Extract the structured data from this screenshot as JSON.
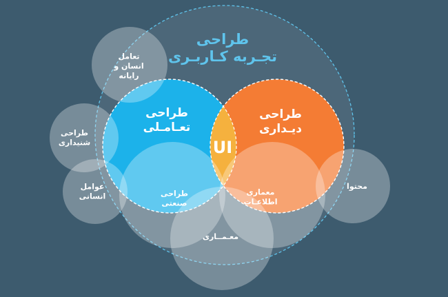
{
  "colors": {
    "background": "#3d5b6e",
    "title": "#5fc4ec",
    "interaction": "#1cb2ea",
    "visual": "#f47c34",
    "overlap": "#f5b13e"
  },
  "diagram": {
    "title": "طراحی\nتجـربه کـاربـری",
    "interaction_design": "طراحی\nتعـامـلی",
    "visual_design": "طراحی\nدیـداری",
    "ui": "UI",
    "hci": "تعامل\nانسان و\nرایانه",
    "sound_design": "طراحی\nشنیداری",
    "human_factors": "عوامل\nانسانی",
    "industrial_design": "طراحی\nصنعتی",
    "information_architecture": "معماری\nاطلاعـات",
    "content": "محتوا",
    "architecture": "معـمــاری"
  }
}
